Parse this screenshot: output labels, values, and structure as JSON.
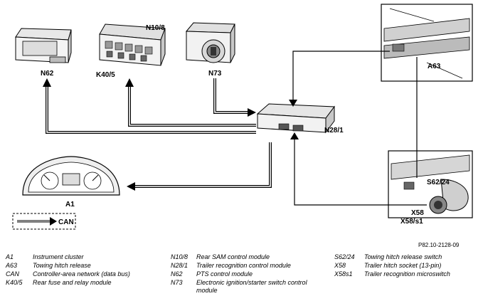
{
  "components": {
    "n62": "N62",
    "k40_5": "K40/5",
    "n10_8": "N10/8",
    "n73": "N73",
    "n28_1": "N28/1",
    "a63": "A63",
    "s62_24": "S62/24",
    "x58": "X58",
    "x58s1": "X58/s1",
    "a1": "A1"
  },
  "can_label": "CAN",
  "doc_number": "P82.10-2128-09",
  "legend": [
    {
      "code": "A1",
      "desc": "Instrument cluster"
    },
    {
      "code": "A63",
      "desc": "Towing hitch release"
    },
    {
      "code": "CAN",
      "desc": "Controller-area network (data bus)"
    },
    {
      "code": "K40/5",
      "desc": "Rear fuse and relay module"
    },
    {
      "code": "N10/8",
      "desc": "Rear SAM control module"
    },
    {
      "code": "N28/1",
      "desc": "Trailer recognition control module"
    },
    {
      "code": "N62",
      "desc": "PTS control module"
    },
    {
      "code": "N73",
      "desc": "Electronic ignition/starter switch control module"
    },
    {
      "code": "S62/24",
      "desc": "Towing hitch release switch"
    },
    {
      "code": "X58",
      "desc": "Trailer hitch socket (13-pin)"
    },
    {
      "code": "X58s1",
      "desc": "Trailer recognition microswitch"
    }
  ]
}
